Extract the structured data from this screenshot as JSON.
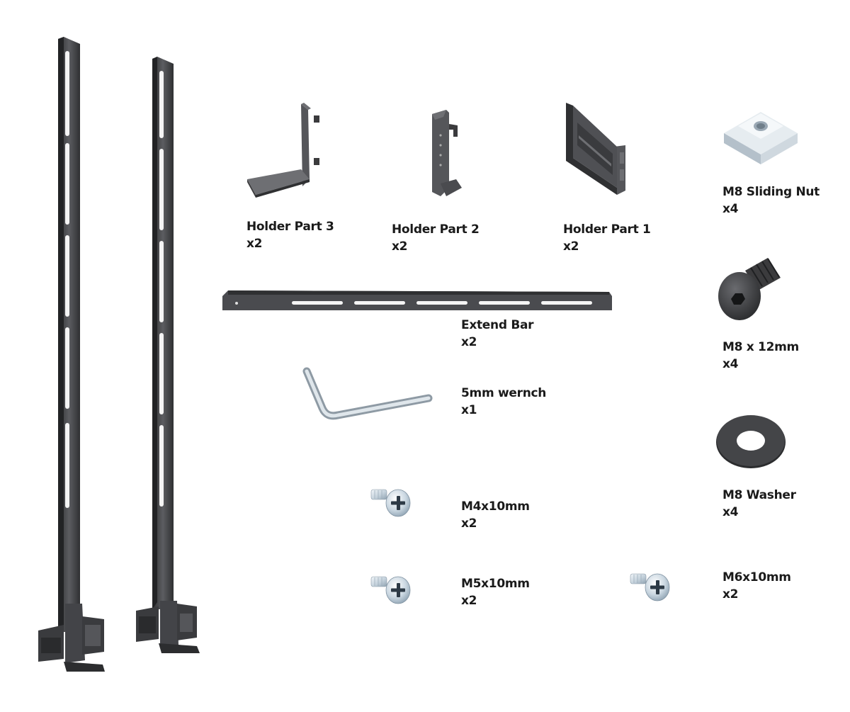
{
  "parts": {
    "holder_part_3": {
      "name": "Holder Part 3",
      "qty": "x2"
    },
    "holder_part_2": {
      "name": "Holder Part 2",
      "qty": "x2"
    },
    "holder_part_1": {
      "name": "Holder Part 1",
      "qty": "x2"
    },
    "m8_sliding_nut": {
      "name": "M8 Sliding Nut",
      "qty": "x4"
    },
    "extend_bar": {
      "name": "Extend Bar",
      "qty": "x2"
    },
    "m8_x_12mm": {
      "name": "M8 x 12mm",
      "qty": "x4"
    },
    "wrench": {
      "name": "5mm wernch",
      "qty": "x1"
    },
    "m8_washer": {
      "name": "M8 Washer",
      "qty": "x4"
    },
    "m4x10mm": {
      "name": "M4x10mm",
      "qty": "x2"
    },
    "m5x10mm": {
      "name": "M5x10mm",
      "qty": "x2"
    },
    "m6x10mm": {
      "name": "M6x10mm",
      "qty": "x2"
    }
  },
  "icons": {
    "vertical_pole_left": "vertical-pole-icon",
    "vertical_pole_right": "vertical-pole-icon",
    "holder_part_3": "l-bracket-icon",
    "holder_part_2": "hook-bracket-icon",
    "holder_part_1": "channel-bracket-icon",
    "m8_sliding_nut": "sliding-nut-icon",
    "extend_bar": "slotted-bar-icon",
    "m8_x_12mm": "hex-socket-bolt-icon",
    "wrench": "hex-key-icon",
    "m8_washer": "washer-icon",
    "screw": "phillips-screw-icon"
  },
  "colors": {
    "metal_dark": "#3b3b3d",
    "metal_mid": "#55565a",
    "metal_light": "#6e6f73",
    "zinc": "#c9d6e0",
    "text": "#1a1a1a"
  }
}
